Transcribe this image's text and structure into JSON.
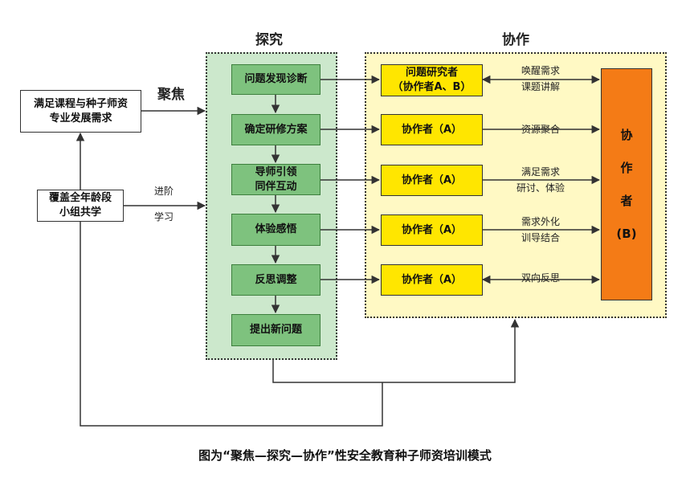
{
  "headers": {
    "explore": "探究",
    "collaborate": "协作",
    "focus": "聚焦"
  },
  "left": {
    "needs": [
      "满足课程与种子师资",
      "专业发展需求"
    ],
    "groups": [
      "覆盖全年龄段",
      "小组共学"
    ],
    "advance_label": "进阶",
    "study_label": "学习"
  },
  "steps": [
    {
      "lines": [
        "问题发现诊断"
      ]
    },
    {
      "lines": [
        "确定研修方案"
      ]
    },
    {
      "lines": [
        "导师引领",
        "同伴互动"
      ]
    },
    {
      "lines": [
        "体验感悟"
      ]
    },
    {
      "lines": [
        "反思调整"
      ]
    },
    {
      "lines": [
        "提出新问题"
      ]
    }
  ],
  "collaborators": [
    {
      "lines": [
        "问题研究者",
        "（协作者A、B）"
      ]
    },
    {
      "lines": [
        "协作者（A）"
      ]
    },
    {
      "lines": [
        "协作者（A）"
      ]
    },
    {
      "lines": [
        "协作者（A）"
      ]
    },
    {
      "lines": [
        "协作者（A）"
      ]
    }
  ],
  "links": [
    {
      "lines": [
        "唤醒需求",
        "课题讲解"
      ],
      "double": true
    },
    {
      "lines": [
        "资源聚合"
      ],
      "double": false
    },
    {
      "lines": [
        "满足需求",
        "研讨、体验"
      ],
      "double": false
    },
    {
      "lines": [
        "需求外化",
        "训导结合"
      ],
      "double": false
    },
    {
      "lines": [
        "双向反思"
      ],
      "double": true
    }
  ],
  "collaborator_b": [
    "协",
    "作",
    "者",
    "(B)"
  ],
  "caption": "图为“聚焦—探究—协作”性安全教育种子师资培训模式",
  "colors": {
    "green_panel": "#cce8cc",
    "green_box": "#7ec27e",
    "yellow_panel": "#fff9c4",
    "yellow_box": "#ffe600",
    "orange_box": "#f47b16"
  }
}
